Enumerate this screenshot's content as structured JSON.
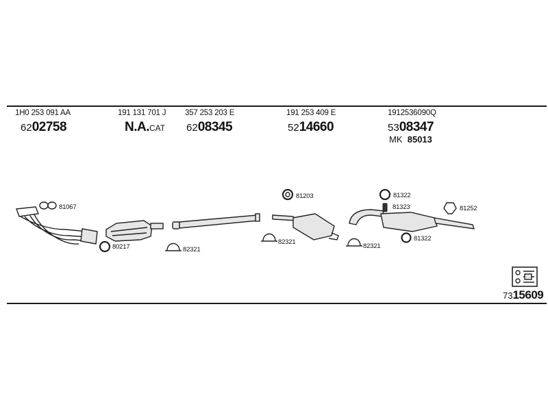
{
  "header": {
    "columns": [
      {
        "oem": "1H0 253 091 AA",
        "part_prefix": "62",
        "part_number": "02758"
      },
      {
        "oem": "191 131 701 J",
        "part_prefix": "",
        "part_number": "N.A.",
        "part_suffix": "CAT"
      },
      {
        "oem": "357 253 203 E",
        "part_prefix": "62",
        "part_number": "08345"
      },
      {
        "oem": "191 253 409 E",
        "part_prefix": "52",
        "part_number": "14660"
      },
      {
        "oem": "1912536090Q",
        "part_prefix": "53",
        "part_number": "08347",
        "mk_label": "MK",
        "mk_value": "85013"
      }
    ]
  },
  "labels": {
    "l81067": "81067",
    "l80217": "80217",
    "l82321a": "82321",
    "l81203": "81203",
    "l82321b": "82321",
    "l82321c": "82321",
    "l81322a": "81322",
    "l81323": "81323",
    "l81252": "81252",
    "l81322b": "81322"
  },
  "footer": {
    "kit_prefix": "73",
    "kit_number": "15609"
  }
}
